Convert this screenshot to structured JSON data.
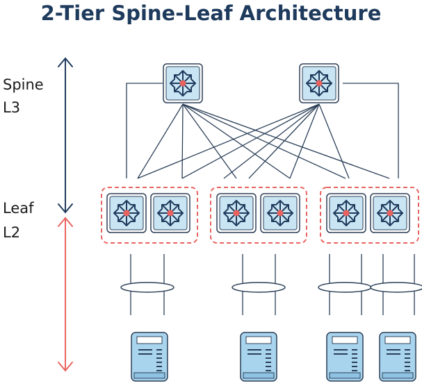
{
  "title": "2-Tier Spine-Leaf Architecture",
  "tiers": {
    "spine": {
      "name": "Spine",
      "layer": "L3"
    },
    "leaf": {
      "name": "Leaf",
      "layer": "L2"
    }
  },
  "colors": {
    "navy": "#1e3a5c",
    "line": "#2b3f57",
    "accent_red": "#e8635f",
    "switch_fill": "#c9e4f3",
    "server_fill": "#a9d4ee"
  },
  "icons": {
    "switch": "switch-icon",
    "server": "server-icon",
    "arrow": "double-arrow-icon"
  },
  "topology": {
    "spine_switches": 2,
    "leaf_groups": 3,
    "switches_per_leaf_group": 2,
    "servers": 4
  }
}
